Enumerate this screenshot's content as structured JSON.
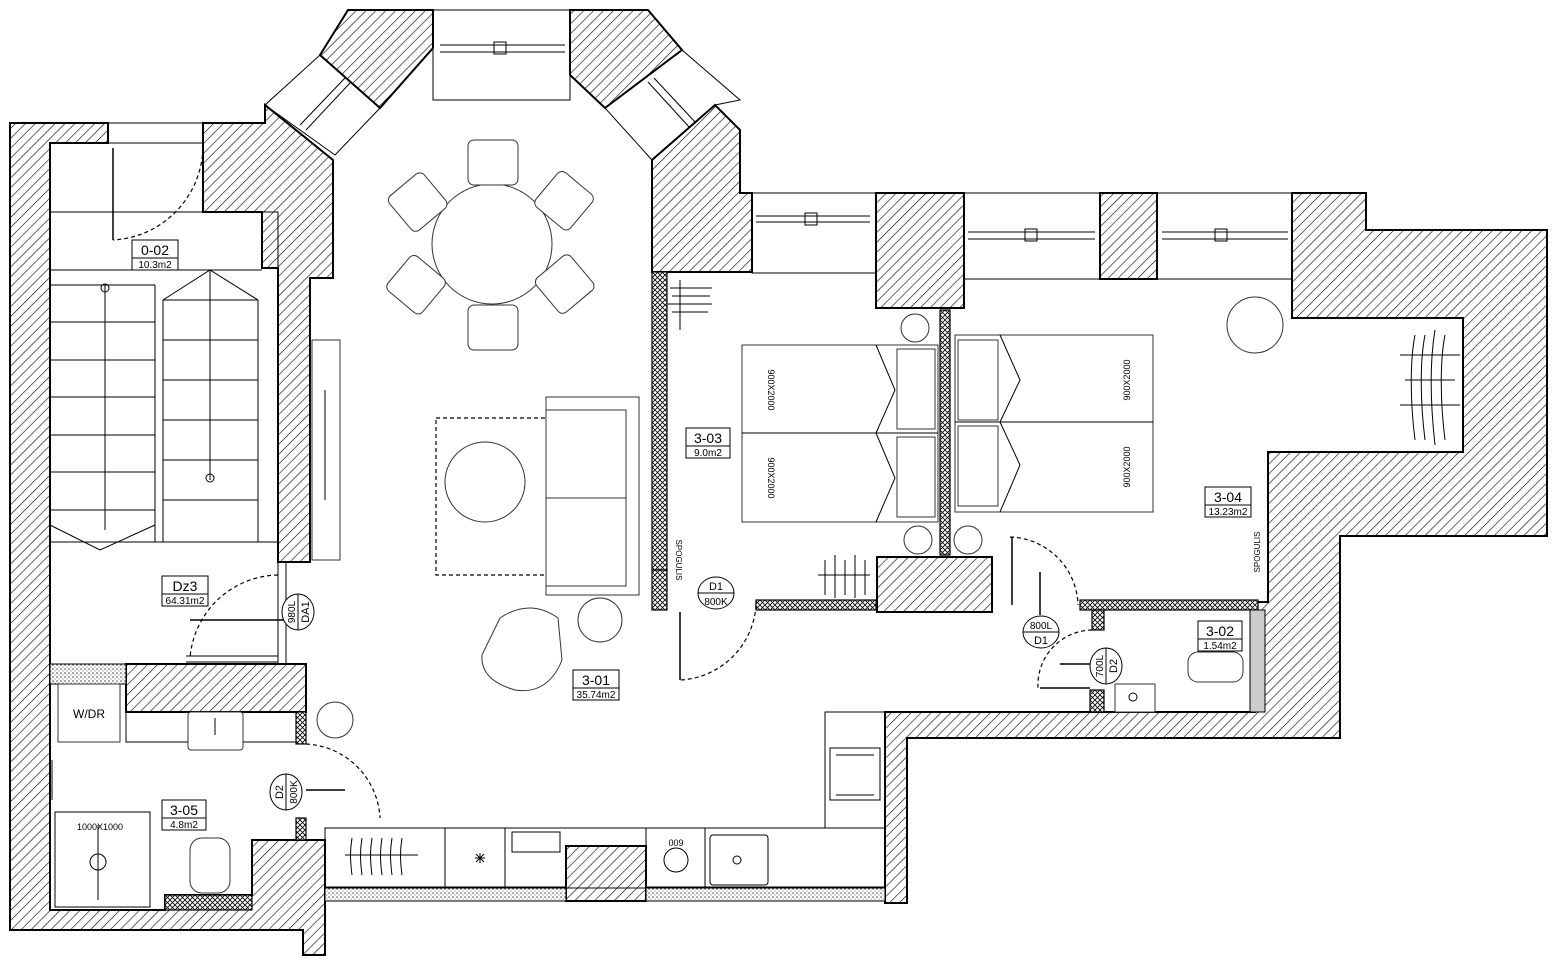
{
  "rooms": [
    {
      "id": "0-02",
      "area": "10.3m2"
    },
    {
      "id": "Dz3",
      "area": "64.31m2"
    },
    {
      "id": "3-01",
      "area": "35.74m2"
    },
    {
      "id": "3-03",
      "area": "9.0m2"
    },
    {
      "id": "3-04",
      "area": "13.23m2"
    },
    {
      "id": "3-02",
      "area": "1.54m2"
    },
    {
      "id": "3-05",
      "area": "4.8m2"
    }
  ],
  "doors": {
    "da1_w": "980L",
    "da1_t": "DA1",
    "d1a_t": "D1",
    "d1a_w": "800K",
    "d1b_w": "800L",
    "d1b_t": "D1",
    "d2a_w": "700L",
    "d2a_t": "D2",
    "d2b_t": "D2",
    "d2b_w": "800K"
  },
  "labels": {
    "bed": "900X2000",
    "spogulis": "SPOGULIS",
    "wdr": "W/DR",
    "shower": "1000X1000",
    "oven": "009"
  }
}
